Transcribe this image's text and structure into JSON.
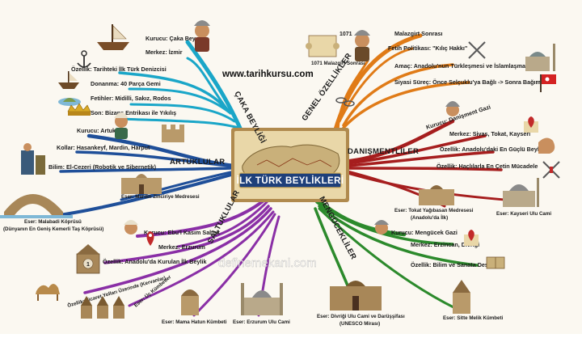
{
  "center": {
    "title": "İLK TÜRK BEYLİKLERİ"
  },
  "website": "www.tarihkursu.com",
  "watermark": "definemekani.com",
  "branches": {
    "caka": {
      "title": "ÇAKA BEYLİĞİ",
      "color": "#1aa6c8",
      "items": [
        "Kurucu: Çaka Bey",
        "Merkez: İzmir",
        "Özellik: Tarihteki İlk Türk Denizcisi",
        "Donanma: 40 Parça Gemi",
        "Fetihler: Midilli, Sakız, Rodos",
        "Son: Bizans Entrikası ile Yıkılış"
      ]
    },
    "artuk": {
      "title": "ARTUKLULAR",
      "color": "#1f4f99",
      "items": [
        "Kurucu: Artuk Bey",
        "Kollar: Hasankeyf, Mardin, Harput",
        "Bilim: El-Cezeri (Robotik ve Sibernetik)",
        "Eser: Mardin Zinciriye Medresesi",
        "Eser: Malabadi Köprüsü",
        "(Dünyanın En Geniş Kemerli Taş Köprüsü)"
      ]
    },
    "saltuk": {
      "title": "SALTUKLULAR",
      "color": "#8a2fa6",
      "items": [
        "Kurucu: Ebu'l Kasım Saltuk",
        "Merkez: Erzurum",
        "Özellik: Anadolu'da Kurulan İlk Beylik",
        "Özellik: Ticaret Yolları Üzerinde (Kervanlar)",
        "Eser: Üç Kümbetler",
        "Eser: Mama Hatun Kümbeti",
        "Eser: Erzurum Ulu Cami"
      ],
      "badge": "1"
    },
    "genel": {
      "title": "GENEL ÖZELLİKLER",
      "color": "#e07b17",
      "items": [
        "Malazgirt Sonrası",
        "Fetih Politikası: \"Kılıç Hakkı\"",
        "Amaç: Anadolu'nun Türkleşmesi ve İslamlaşması",
        "Siyasi Süreç: Önce Selçuklu'ya Bağlı -> Sonra Bağımsız",
        "1071 Malazgirt Sonrası"
      ],
      "badge": "1071"
    },
    "danis": {
      "title": "DANIŞMENTLİLER",
      "color": "#a61e1e",
      "items": [
        "Kurucu: Danişment Gazi",
        "Merkez: Sivas, Tokat, Kayseri",
        "Özellik: Anadolu'daki En Güçlü Beylik",
        "Özellik: Haçlılarla En Çetin Mücadele",
        "Eser: Tokat Yağıbasan Medresesi",
        "(Anadolu'da İlk)",
        "Eser: Kayseri Ulu Cami"
      ]
    },
    "mengu": {
      "title": "MENGÜCEKLİLER",
      "color": "#2c8a2c",
      "items": [
        "Kurucu: Mengücek Gazi",
        "Merkez: Erzincan, Divriği",
        "Özellik: Bilim ve Sanata Destek",
        "Eser: Divriği Ulu Cami ve Darüşşifası",
        "(UNESCO Mirası)",
        "Eser: Sitte Melik Kümbeti"
      ]
    }
  },
  "icons": [
    "ship-icon",
    "warrior-icon",
    "anchor-icon",
    "fleet-icon",
    "island-icon",
    "crown-icon",
    "robot-icon",
    "castle-icon",
    "bridge-icon",
    "madrasa-icon",
    "camel-icon",
    "tomb-icon",
    "mosque-icon",
    "sword-icon",
    "map-scroll-icon",
    "flag-icon",
    "chain-icon",
    "map-pin-icon",
    "arm-icon",
    "cross-swords-icon",
    "book-icon"
  ]
}
